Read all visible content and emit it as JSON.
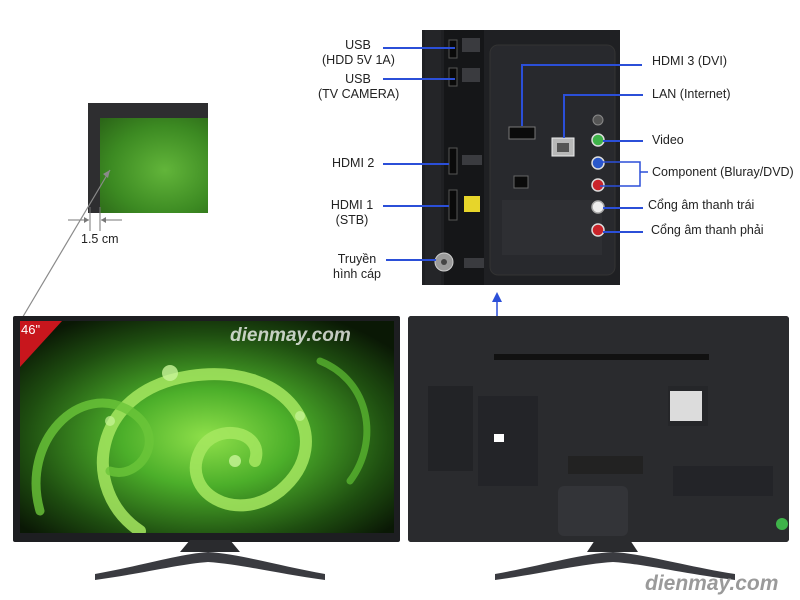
{
  "labels": {
    "usb_hdd_line1": "USB",
    "usb_hdd_line2": "(HDD 5V 1A)",
    "usb_cam_line1": "USB",
    "usb_cam_line2": "(TV CAMERA)",
    "hdmi2": "HDMI 2",
    "hdmi1_line1": "HDMI 1",
    "hdmi1_line2": "(STB)",
    "cable_line1": "Truyền",
    "cable_line2": "hình cáp",
    "hdmi3": "HDMI 3 (DVI)",
    "lan": "LAN (Internet)",
    "video": "Video",
    "component": "Component (Bluray/DVD)",
    "audio_left": "Cổng âm thanh trái",
    "audio_right": "Cổng âm thanh phải"
  },
  "bezel": {
    "width_label": "1.5 cm"
  },
  "front_tv": {
    "size_badge": "46\"",
    "watermark": "dienmay.com"
  },
  "footer": {
    "watermark": "dienmay.com"
  },
  "colors": {
    "callout_line": "#2b4fd8",
    "badge_red": "#c8161d",
    "screen_green": "#4caf2a"
  }
}
